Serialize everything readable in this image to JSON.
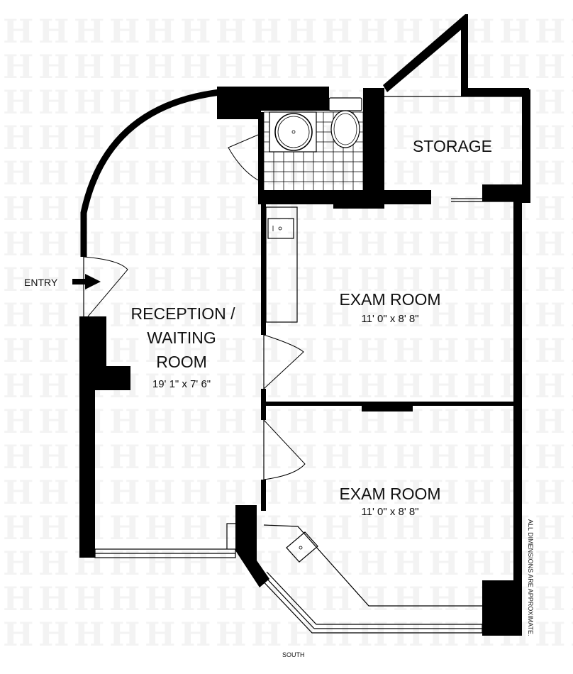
{
  "plan": {
    "entry_label": "ENTRY",
    "storage_label": "STORAGE",
    "reception": {
      "name_line1": "RECEPTION /",
      "name_line2": "WAITING",
      "name_line3": "ROOM",
      "dimensions": "19' 1\" x 7' 6\""
    },
    "exam_room_1": {
      "name": "EXAM ROOM",
      "dimensions": "11' 0\" x 8' 8\""
    },
    "exam_room_2": {
      "name": "EXAM ROOM",
      "dimensions": "11' 0\" x 8' 8\""
    },
    "orientation_label": "SOUTH",
    "disclaimer": "ALL DIMENSIONS ARE APPROXIMATE.",
    "watermark_glyph": "H",
    "colors": {
      "wall": "#000000",
      "background": "#ffffff"
    }
  }
}
